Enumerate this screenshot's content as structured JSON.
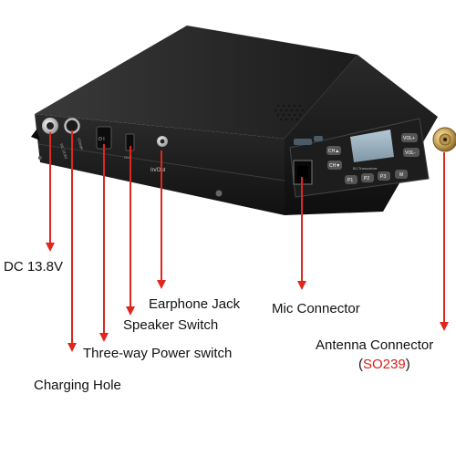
{
  "device": {
    "rear_panel": {
      "port_dc_text": "DC 13.8V",
      "port_charge_text": "Charge",
      "switch_marks": "O I",
      "port_speaker_mark": "OUT",
      "port_inout_text": "In/Out"
    },
    "front_panel": {
      "brand_text": "BJ-Transceiver",
      "keys": [
        "CH▲",
        "CH▼",
        "P1",
        "P2",
        "P3",
        "M",
        "VOL+",
        "VOL-"
      ]
    }
  },
  "callouts": {
    "dc": "DC 13.8V",
    "earphone": "Earphone Jack",
    "speaker": "Speaker Switch",
    "power": "Three-way Power switch",
    "charging": "Charging Hole",
    "mic": "Mic Connector",
    "antenna": "Antenna Connector",
    "antenna_sub_open": "(",
    "antenna_sub_model": "SO239",
    "antenna_sub_close": ")"
  },
  "colors": {
    "leader_line": "#e0261d",
    "accent_text": "#d91e18",
    "radio_body": "#1b1b1b",
    "lcd": "#8fa6b4"
  }
}
